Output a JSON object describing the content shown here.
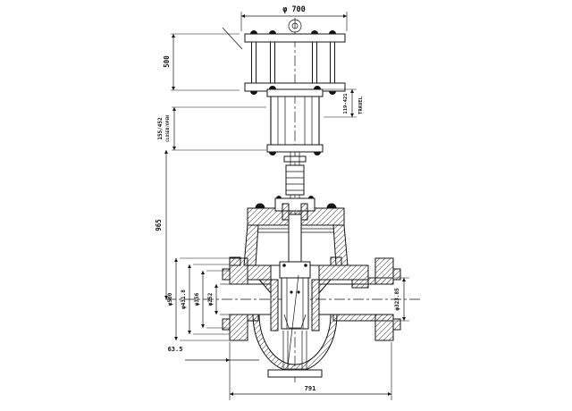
{
  "drawing": {
    "kind": "gate-valve-with-cylinder-actuator-section",
    "line_color": "#141414",
    "dims": {
      "top_flange_diameter": "φ 700",
      "actuator_height": "500",
      "stroke_left": "155/452",
      "stroke_left_note": "CLOSED/OPEN",
      "stroke_right": "119-421",
      "stroke_right_note": "TRAVEL",
      "centerline_height": "965",
      "flange_od": "φ500",
      "gasket_diameter": "φ431.8",
      "raised_face_diameter": "φ356",
      "bore_diameter": "φ252",
      "pipe_od": "φ323.85",
      "bottom_offset": "63.5",
      "face_to_face": "791"
    }
  }
}
